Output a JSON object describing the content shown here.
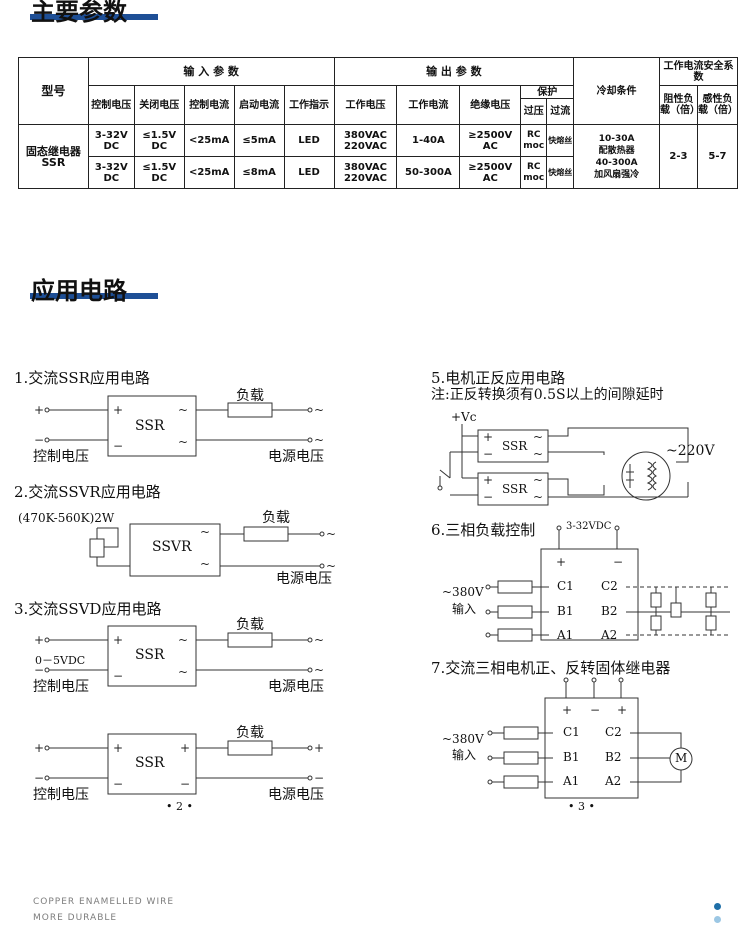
{
  "sections": {
    "params_title": "主要参数",
    "circuits_title": "应用电路"
  },
  "table": {
    "model_header": "型号",
    "input_header": "输 入 参 数",
    "output_header": "输 出 参 数",
    "cooling_header": "冷却条件",
    "safety_header": "工作电流安全系数",
    "input_cols": [
      "控制电压",
      "关闭电压",
      "控制电流",
      "启动电流",
      "工作指示"
    ],
    "output_cols": [
      "工作电压",
      "工作电流",
      "绝缘电压"
    ],
    "protect_header": "保护",
    "protect_cols": [
      "过压",
      "过流"
    ],
    "safety_cols": [
      "阻性负载（倍）",
      "感性负载（倍）"
    ],
    "model_name": "固态继电器SSR",
    "rows": [
      {
        "ctrl_v": "3-32V DC",
        "off_v": "≤1.5V DC",
        "ctrl_i": "<25mA",
        "start_i": "≤5mA",
        "indicator": "LED",
        "work_v": "380VAC 220VAC",
        "work_i": "1-40A",
        "iso_v": "≥2500V AC",
        "over_v": "RC moc",
        "over_i": "快熔丝"
      },
      {
        "ctrl_v": "3-32V DC",
        "off_v": "≤1.5V DC",
        "ctrl_i": "<25mA",
        "start_i": "≤8mA",
        "indicator": "LED",
        "work_v": "380VAC 220VAC",
        "work_i": "50-300A",
        "iso_v": "≥2500V AC",
        "over_v": "RC moc",
        "over_i": "快熔丝"
      }
    ],
    "cooling": [
      "10-30A",
      "配散热器",
      "40-300A",
      "加风扇强冷"
    ],
    "resistive": "2-3",
    "inductive": "5-7"
  },
  "circuits": {
    "c1": {
      "title": "1.交流SSR应用电路",
      "device": "SSR",
      "load": "负载",
      "left": "控制电压",
      "right": "电源电压"
    },
    "c2": {
      "title": "2.交流SSVR应用电路",
      "device": "SSVR",
      "resistor": "(470K-560K)2W",
      "load": "负载",
      "right": "电源电压"
    },
    "c3": {
      "title": "3.交流SSVD应用电路",
      "device": "SSR",
      "load": "负载",
      "voltage": "0－5VDC",
      "left": "控制电压",
      "right": "电源电压"
    },
    "c4": {
      "device": "SSR",
      "load": "负载",
      "left": "控制电压",
      "right": "电源电压"
    },
    "c5": {
      "title": "5.电机正反应用电路",
      "note": "注:正反转换须有0.5S以上的间隙延时",
      "vcc": "+Vc",
      "device": "SSR",
      "mains": "~220V"
    },
    "c6": {
      "title": "6.三相负载控制",
      "ctrl": "3-32VDC",
      "input": "~380V",
      "input2": "输入",
      "terminals_left": [
        "C1",
        "B1",
        "A1"
      ],
      "terminals_right": [
        "C2",
        "B2",
        "A2"
      ]
    },
    "c7": {
      "title": "7.交流三相电机正、反转固体继电器",
      "input": "~380V",
      "input2": "输入",
      "terminals_left": [
        "C1",
        "B1",
        "A1"
      ],
      "terminals_right": [
        "C2",
        "B2",
        "A2"
      ],
      "motor": "M"
    }
  },
  "pages": [
    "• 2 •",
    "• 3 •"
  ],
  "footer": {
    "line1": "COPPER ENAMELLED WIRE",
    "line2": "MORE DURABLE"
  },
  "colors": {
    "accent": "#1e4f96",
    "dot_dark": "#1e6fa8",
    "dot_light": "#9cc7e4"
  }
}
